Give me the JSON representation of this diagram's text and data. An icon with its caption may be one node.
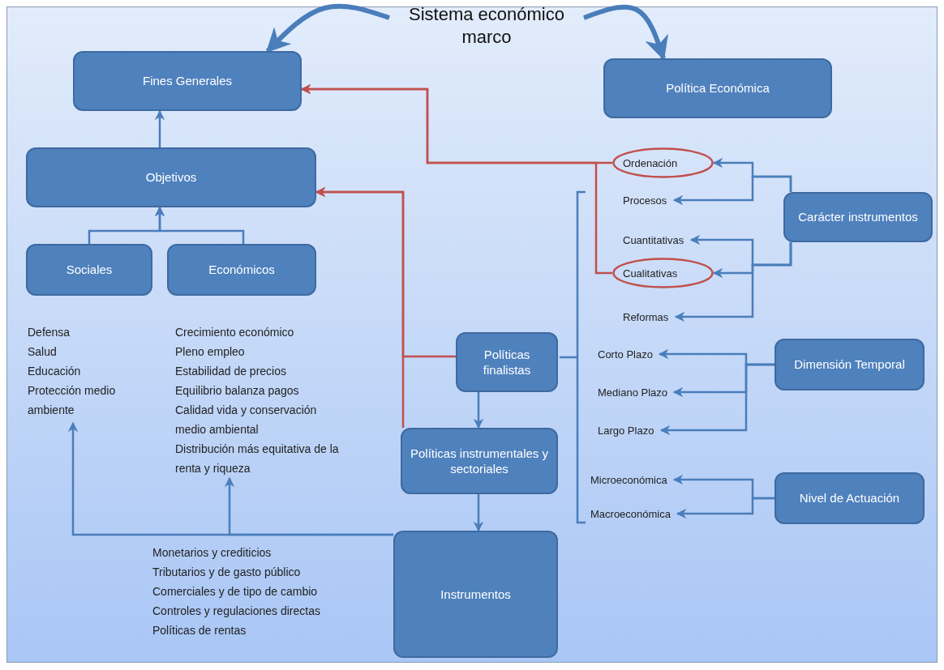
{
  "diagram": {
    "nodes": [
      {
        "text": [
          "Sistema económico marco"
        ]
      },
      {
        "text": [
          "Fines Generales"
        ]
      },
      {
        "text": [
          "Política Económica"
        ]
      },
      {
        "text": [
          "Objetivos"
        ]
      },
      {
        "text": [
          "Sociales"
        ]
      },
      {
        "text": [
          "Económicos"
        ]
      },
      {
        "text": [
          "Ordenación"
        ]
      },
      {
        "text": [
          "Procesos"
        ]
      },
      {
        "text": [
          "Cuantitativas"
        ]
      },
      {
        "text": [
          "Cualitativas"
        ]
      },
      {
        "text": [
          "Reformas"
        ]
      },
      {
        "text": [
          "Carácter instrumentos"
        ]
      },
      {
        "text": [
          "Defensa",
          "Salud",
          "Educación",
          "Protección medio ambiente"
        ]
      },
      {
        "text": [
          "Crecimiento económico",
          "Pleno empleo",
          "Estabilidad de precios",
          "Equilibrio balanza pagos",
          "Calidad vida y conservación medio ambiental",
          "Distribución más equitativa de la renta y riqueza"
        ]
      },
      {
        "text": [
          "Políticas finalistas"
        ]
      },
      {
        "text": [
          "Políticas instrumentales y sectoriales"
        ]
      },
      {
        "text": [
          "Corto Plazo"
        ]
      },
      {
        "text": [
          "Mediano Plazo"
        ]
      },
      {
        "text": [
          "Largo Plazo"
        ]
      },
      {
        "text": [
          "Dimensión Temporal"
        ]
      },
      {
        "text": [
          "Microeconómica"
        ]
      },
      {
        "text": [
          "Macroeconómica"
        ]
      },
      {
        "text": [
          "Nivel de Actuación"
        ]
      },
      {
        "text": [
          "Instrumentos"
        ]
      }
    ],
    "edges": [
      {
        "from": 0,
        "to": 1,
        "arrow": "to",
        "style": "thick"
      },
      {
        "from": 0,
        "to": 2,
        "arrow": "to",
        "style": "thick"
      },
      {
        "from": 3,
        "to": 1,
        "arrow": "to"
      },
      {
        "from": 4,
        "to": 3,
        "arrow": "to"
      },
      {
        "from": 5,
        "to": 3,
        "arrow": "to"
      },
      {
        "from": 6,
        "to": 1,
        "arrow": "to",
        "color": "#c0504d"
      },
      {
        "from": 9,
        "to": 1,
        "arrow": "to",
        "color": "#c0504d"
      },
      {
        "from": 14,
        "to": 3,
        "arrow": "to",
        "color": "#c0504d"
      },
      {
        "from": 15,
        "to": 3,
        "arrow": "to",
        "color": "#c0504d"
      },
      {
        "from": 14,
        "to": 15,
        "arrow": "to"
      },
      {
        "from": 15,
        "to": 23,
        "arrow": "to"
      },
      {
        "from": 23,
        "to": 12,
        "arrow": "to"
      },
      {
        "from": 23,
        "to": 13,
        "arrow": "to"
      },
      {
        "from": 11,
        "to": 6,
        "arrow": "to"
      },
      {
        "from": 11,
        "to": 7,
        "arrow": "to"
      },
      {
        "from": 11,
        "to": 8,
        "arrow": "to"
      },
      {
        "from": 11,
        "to": 9,
        "arrow": "to"
      },
      {
        "from": 11,
        "to": 10,
        "arrow": "to"
      },
      {
        "from": 19,
        "to": 16,
        "arrow": "to"
      },
      {
        "from": 19,
        "to": 17,
        "arrow": "to"
      },
      {
        "from": 19,
        "to": 18,
        "arrow": "to"
      },
      {
        "from": 22,
        "to": 20,
        "arrow": "to"
      },
      {
        "from": 22,
        "to": 21,
        "arrow": "to"
      }
    ],
    "labels": [
      "Monetarios y crediticios",
      "Tributarios y de gasto público",
      "Comerciales y de tipo de cambio",
      "Controles y regulaciones directas",
      "Políticas de rentas"
    ]
  }
}
